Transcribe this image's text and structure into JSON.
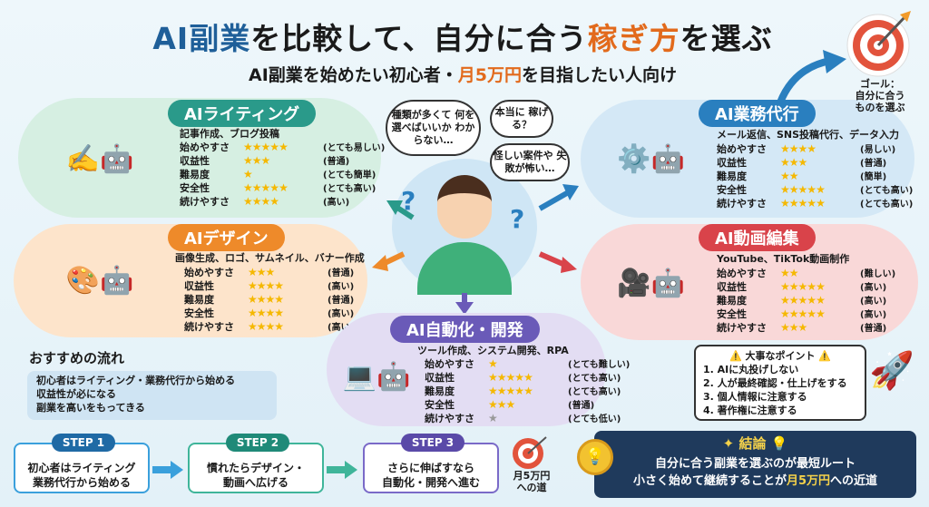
{
  "header": {
    "title_part1": "AI副業",
    "title_part2": "を比較して、自分に合う",
    "title_part3": "稼ぎ方",
    "title_part4": "を選ぶ",
    "subtitle_part1": "AI副業を始めたい初心者・",
    "subtitle_part2": "月5万円",
    "subtitle_part3": "を目指したい人向け"
  },
  "goal": {
    "text_line1": "ゴール：",
    "text_line2": "自分に合う",
    "text_line3": "ものを選ぶ"
  },
  "colors": {
    "writing": "#2a9a8a",
    "business": "#2a7fbf",
    "design": "#ee8a2a",
    "video": "#d9434a",
    "automation": "#6a5ab8",
    "navy": "#1f3a5c"
  },
  "cards": {
    "writing": {
      "title": "AIライティング",
      "desc": "記事作成、ブログ投稿",
      "stats": [
        {
          "label": "始めやすさ",
          "rating": 5,
          "note": "(とても易しい)"
        },
        {
          "label": "収益性",
          "rating": 3,
          "note": "(普通)"
        },
        {
          "label": "難易度",
          "rating": 1,
          "note": "(とても簡単)"
        },
        {
          "label": "安全性",
          "rating": 5,
          "note": "(とても高い)"
        },
        {
          "label": "続けやすさ",
          "rating": 4,
          "note": "(高い)"
        }
      ]
    },
    "business": {
      "title": "AI業務代行",
      "desc": "メール返信、SNS投稿代行、データ入力",
      "stats": [
        {
          "label": "始めやすさ",
          "rating": 4,
          "note": "(易しい)"
        },
        {
          "label": "収益性",
          "rating": 3,
          "note": "(普通)"
        },
        {
          "label": "難易度",
          "rating": 2,
          "note": "(簡単)"
        },
        {
          "label": "安全性",
          "rating": 5,
          "note": "(とても高い)"
        },
        {
          "label": "続けやすさ",
          "rating": 5,
          "note": "(とても高い)"
        }
      ]
    },
    "design": {
      "title": "AIデザイン",
      "desc": "画像生成、ロゴ、サムネイル、バナー作成",
      "stats": [
        {
          "label": "始めやすさ",
          "rating": 3,
          "note": "(普通)"
        },
        {
          "label": "収益性",
          "rating": 4,
          "note": "(高い)"
        },
        {
          "label": "難易度",
          "rating": 4,
          "note": "(普通)"
        },
        {
          "label": "安全性",
          "rating": 4,
          "note": "(高い)"
        },
        {
          "label": "続けやすさ",
          "rating": 4,
          "note": "(高い)"
        }
      ]
    },
    "video": {
      "title": "AI動画編集",
      "desc": "YouTube、TikTok動画制作",
      "stats": [
        {
          "label": "始めやすさ",
          "rating": 2,
          "note": "(難しい)"
        },
        {
          "label": "収益性",
          "rating": 5,
          "note": "(高い)"
        },
        {
          "label": "難易度",
          "rating": 5,
          "note": "(高い)"
        },
        {
          "label": "安全性",
          "rating": 5,
          "note": "(高い)"
        },
        {
          "label": "続けやすさ",
          "rating": 3,
          "note": "(普通)"
        }
      ]
    },
    "automation": {
      "title": "AI自動化・開発",
      "desc": "ツール作成、システム開発、RPA",
      "stats": [
        {
          "label": "始めやすさ",
          "rating": 1,
          "note": "(とても難しい)"
        },
        {
          "label": "収益性",
          "rating": 5,
          "note": "(とても高い)"
        },
        {
          "label": "難易度",
          "rating": 5,
          "note": "(とても高い)"
        },
        {
          "label": "安全性",
          "rating": 3,
          "note": "(普通)"
        },
        {
          "label": "続けやすさ",
          "rating": 1,
          "grey": true,
          "note": "(とても低い)"
        }
      ]
    }
  },
  "thoughts": {
    "t1": "種類が多くて 何を選べばいいか わからない…",
    "t2": "本当に 稼げる？",
    "t3": "怪しい案件や 失敗が怖い…"
  },
  "flow": {
    "title": "おすすめの流れ",
    "lines": [
      "初心者はライティング・業務代行から始める",
      "収益性が必になる",
      "副業を高いをもってきる"
    ]
  },
  "points": {
    "title": "大事なポイント",
    "items": [
      "1. AIに丸投げしない",
      "2. 人が最終確認・仕上げをする",
      "3. 個人情報に注意する",
      "4. 著作権に注意する"
    ]
  },
  "steps": [
    {
      "tag": "STEP 1",
      "line1": "初心者はライティング",
      "line2": "業務代行から始める"
    },
    {
      "tag": "STEP 2",
      "line1": "慣れたらデザイン・",
      "line2": "動画へ広げる"
    },
    {
      "tag": "STEP 3",
      "line1": "さらに伸ばすなら",
      "line2": "自動化・開発へ進む"
    }
  ],
  "road": {
    "line1": "月5万円",
    "line2": "への道"
  },
  "conclusion": {
    "title": "結論",
    "line1": "自分に合う副業を選ぶのが最短ルート",
    "line2a": "小さく始めて継続することが",
    "line2b": "月5万円",
    "line2c": "への近道"
  }
}
